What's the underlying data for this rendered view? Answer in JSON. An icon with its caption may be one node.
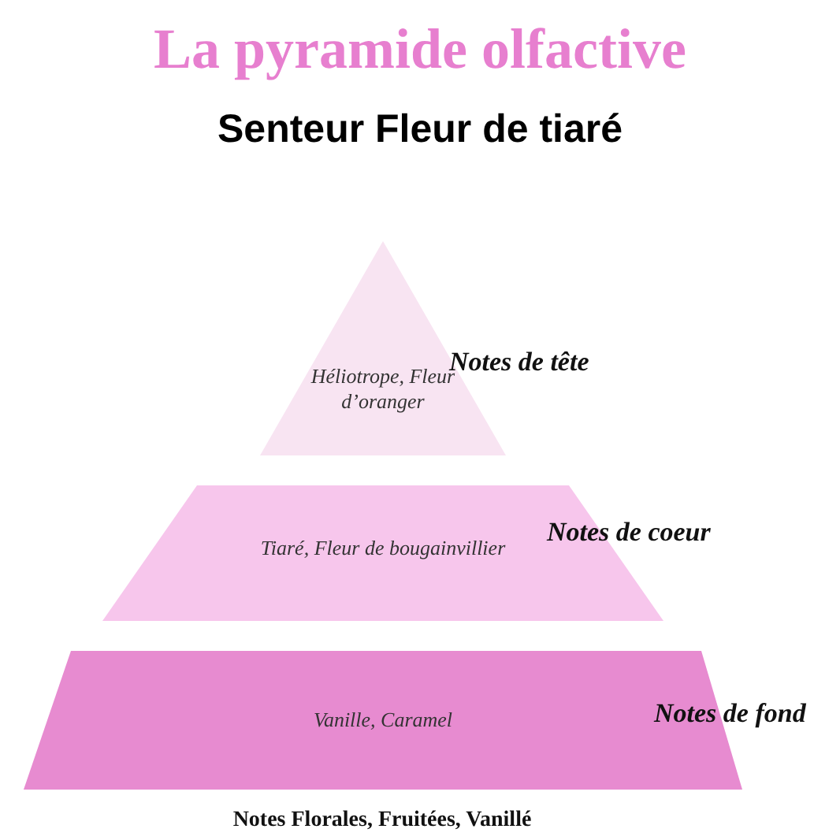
{
  "diagram": {
    "title": "La pyramide olfactive",
    "nodes": [
      {
        "text": [
          "Héliotrope, Fleur d’oranger"
        ],
        "beside": [
          "Notes de tête"
        ]
      },
      {
        "text": [
          "Tiaré, Fleur de bougainvillier"
        ],
        "beside": [
          "Notes de coeur"
        ]
      },
      {
        "text": [
          "Vanille, Caramel"
        ],
        "beside": [
          "Notes de fond"
        ]
      }
    ],
    "labels": [
      "Senteur Fleur de tiaré",
      "Notes Florales, Fruitées, Vanillé"
    ]
  }
}
